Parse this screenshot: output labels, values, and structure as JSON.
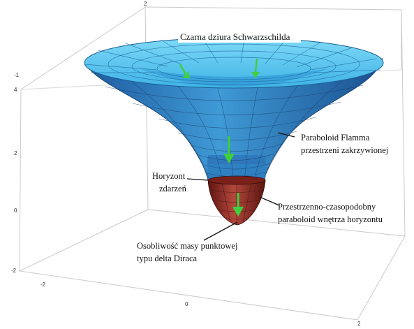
{
  "title": "Czarna dziura Schwarzschilda",
  "labels": {
    "flamm": [
      "Paraboloid Flamma",
      "przestrzeni zakrzywionej"
    ],
    "horizon": [
      "Horyzont",
      "zdarzeń"
    ],
    "interior": [
      "Przestrzenno-czasopodobny",
      "paraboloid wnętrza horyzontu"
    ],
    "singularity": [
      "Osobliwość masy punktowej",
      "typu delta Diraca"
    ]
  },
  "axis_ticks": {
    "top_right": "2",
    "top_left": "-1",
    "left_4": "4",
    "left_2": "2",
    "left_0": "0",
    "left_m2": "-2",
    "bottom_left": "-2",
    "bottom_mid": "0",
    "bottom_right": "2"
  },
  "colors": {
    "funnel_top": "#5cc8ef",
    "funnel_mid": "#2f86c6",
    "funnel_deep": "#1f4f92",
    "interior": "#8b2a22",
    "arrow": "#3fcf3f",
    "box_line": "#c8c8c8"
  }
}
